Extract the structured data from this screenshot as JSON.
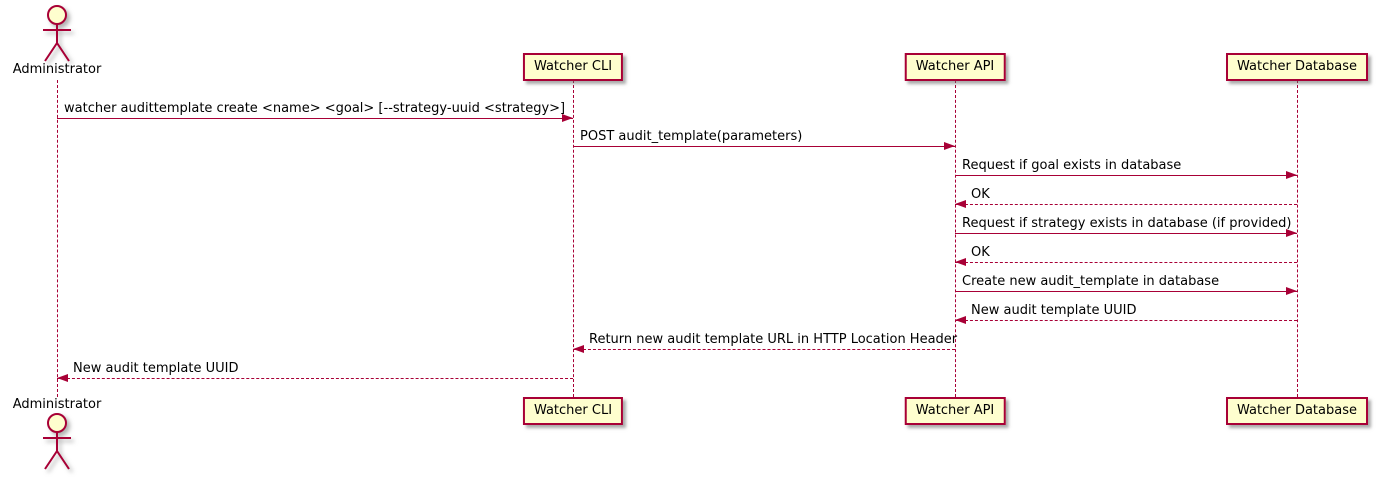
{
  "diagram": {
    "type": "uml-sequence",
    "actor": {
      "id": "admin",
      "name": "Administrator"
    },
    "participants": [
      {
        "id": "cli",
        "label": "Watcher CLI"
      },
      {
        "id": "api",
        "label": "Watcher API"
      },
      {
        "id": "db",
        "label": "Watcher Database"
      }
    ],
    "messages": [
      {
        "from": "admin",
        "to": "cli",
        "style": "solid",
        "text": "watcher audittemplate create <name> <goal> [--strategy-uuid <strategy>]"
      },
      {
        "from": "cli",
        "to": "api",
        "style": "solid",
        "text": "POST audit_template(parameters)"
      },
      {
        "from": "api",
        "to": "db",
        "style": "solid",
        "text": "Request if goal exists in database"
      },
      {
        "from": "db",
        "to": "api",
        "style": "dashed",
        "text": "OK"
      },
      {
        "from": "api",
        "to": "db",
        "style": "solid",
        "text": "Request if strategy exists in database (if provided)"
      },
      {
        "from": "db",
        "to": "api",
        "style": "dashed",
        "text": "OK"
      },
      {
        "from": "api",
        "to": "db",
        "style": "solid",
        "text": "Create new audit_template in database"
      },
      {
        "from": "db",
        "to": "api",
        "style": "dashed",
        "text": "New audit template UUID"
      },
      {
        "from": "api",
        "to": "cli",
        "style": "dashed",
        "text": "Return new audit template URL in HTTP Location Header"
      },
      {
        "from": "cli",
        "to": "admin",
        "style": "dashed",
        "text": "New audit template UUID"
      }
    ],
    "colors": {
      "stroke": "#A80036",
      "participant_fill": "#FEFECE",
      "text": "#000000",
      "background": "#FFFFFF"
    }
  }
}
